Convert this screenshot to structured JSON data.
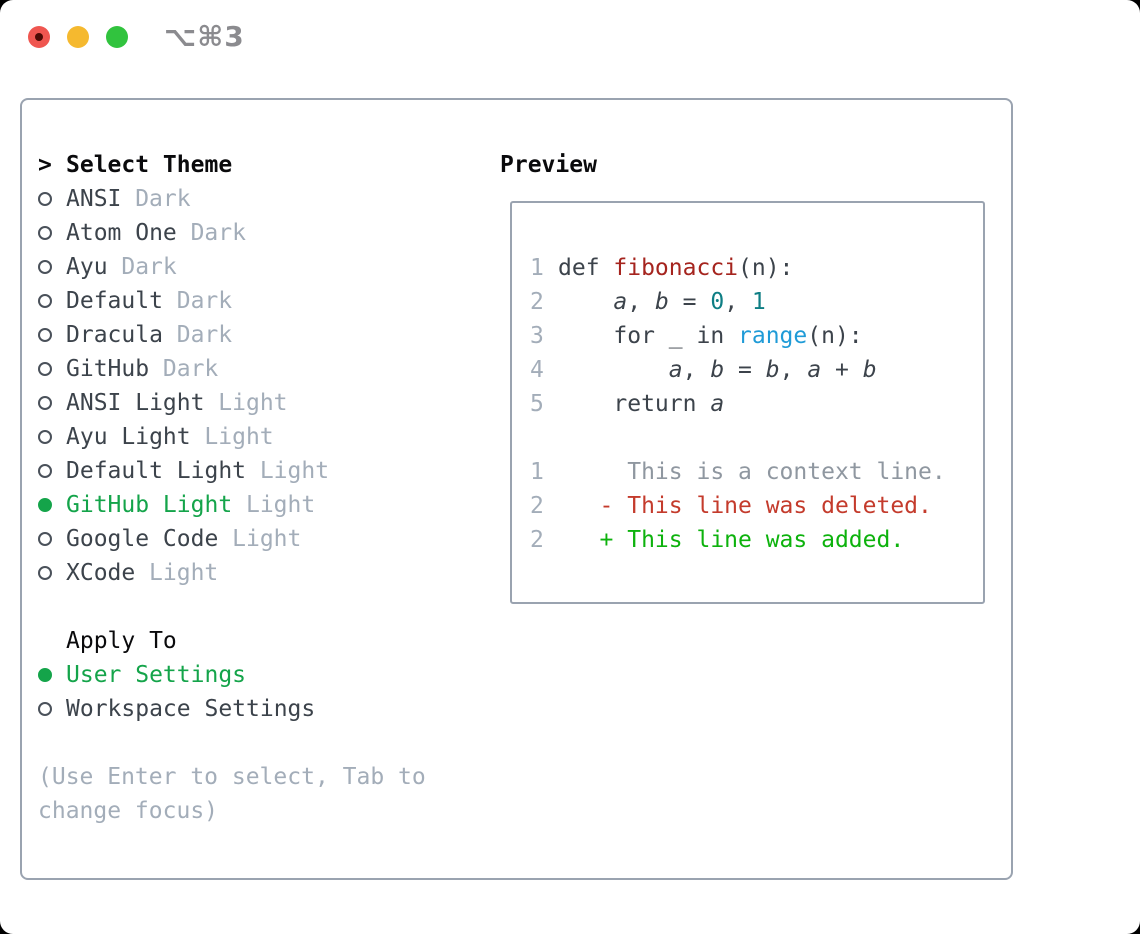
{
  "window": {
    "title": "⌥⌘3",
    "traffic_lights": {
      "close": "close",
      "minimize": "minimize",
      "zoom": "zoom"
    }
  },
  "palette": {
    "selection_green": "#14a44a",
    "diff_added_green": "#0db20d",
    "diff_deleted_red": "#c43b2c",
    "function_red": "#a5241e",
    "number_teal": "#0e7e84",
    "builtin_blue": "#1f9bd7",
    "muted_gray": "#a3adb9",
    "text_dark": "#3c434b",
    "border_gray": "#9aa3b0"
  },
  "theme_panel": {
    "header": {
      "prefix": ">",
      "label": "Select Theme"
    },
    "themes": [
      {
        "name": "ANSI",
        "variant": "Dark",
        "selected": false
      },
      {
        "name": "Atom One",
        "variant": "Dark",
        "selected": false
      },
      {
        "name": "Ayu",
        "variant": "Dark",
        "selected": false
      },
      {
        "name": "Default",
        "variant": "Dark",
        "selected": false
      },
      {
        "name": "Dracula",
        "variant": "Dark",
        "selected": false
      },
      {
        "name": "GitHub",
        "variant": "Dark",
        "selected": false
      },
      {
        "name": "ANSI Light",
        "variant": "Light",
        "selected": false
      },
      {
        "name": "Ayu Light",
        "variant": "Light",
        "selected": false
      },
      {
        "name": "Default Light",
        "variant": "Light",
        "selected": false
      },
      {
        "name": "GitHub Light",
        "variant": "Light",
        "selected": true
      },
      {
        "name": "Google Code",
        "variant": "Light",
        "selected": false
      },
      {
        "name": "XCode",
        "variant": "Light",
        "selected": false
      }
    ],
    "apply_to": {
      "label": "Apply To",
      "options": [
        {
          "label": "User Settings",
          "selected": true
        },
        {
          "label": "Workspace Settings",
          "selected": false
        }
      ]
    },
    "hint_lines": [
      "(Use Enter to select, Tab to",
      "change focus)"
    ]
  },
  "preview": {
    "title": "Preview",
    "code_lines": [
      {
        "num": "1",
        "segments": [
          {
            "t": "def ",
            "s": "plain"
          },
          {
            "t": "fibonacci",
            "s": "func"
          },
          {
            "t": "(n):",
            "s": "plain"
          }
        ]
      },
      {
        "num": "2",
        "segments": [
          {
            "t": "    ",
            "s": "plain"
          },
          {
            "t": "a",
            "s": "var"
          },
          {
            "t": ", ",
            "s": "plain"
          },
          {
            "t": "b",
            "s": "var"
          },
          {
            "t": " = ",
            "s": "plain"
          },
          {
            "t": "0",
            "s": "num"
          },
          {
            "t": ", ",
            "s": "plain"
          },
          {
            "t": "1",
            "s": "num"
          }
        ]
      },
      {
        "num": "3",
        "segments": [
          {
            "t": "    for _ in ",
            "s": "plain"
          },
          {
            "t": "range",
            "s": "builtin"
          },
          {
            "t": "(n):",
            "s": "plain"
          }
        ]
      },
      {
        "num": "4",
        "segments": [
          {
            "t": "        ",
            "s": "plain"
          },
          {
            "t": "a",
            "s": "var"
          },
          {
            "t": ", ",
            "s": "plain"
          },
          {
            "t": "b",
            "s": "var"
          },
          {
            "t": " = ",
            "s": "plain"
          },
          {
            "t": "b",
            "s": "var"
          },
          {
            "t": ", ",
            "s": "plain"
          },
          {
            "t": "a",
            "s": "var"
          },
          {
            "t": " + ",
            "s": "plain"
          },
          {
            "t": "b",
            "s": "var"
          }
        ]
      },
      {
        "num": "5",
        "segments": [
          {
            "t": "    return ",
            "s": "plain"
          },
          {
            "t": "a",
            "s": "var"
          }
        ]
      }
    ],
    "diff_lines": [
      {
        "num": "1",
        "segments": [
          {
            "t": "     This is a context line.",
            "s": "ctx"
          }
        ]
      },
      {
        "num": "2",
        "segments": [
          {
            "t": "   ",
            "s": "plain"
          },
          {
            "t": "- This line was deleted.",
            "s": "del"
          }
        ]
      },
      {
        "num": "2",
        "segments": [
          {
            "t": "   ",
            "s": "plain"
          },
          {
            "t": "+ This line was added.",
            "s": "add"
          }
        ]
      }
    ]
  }
}
